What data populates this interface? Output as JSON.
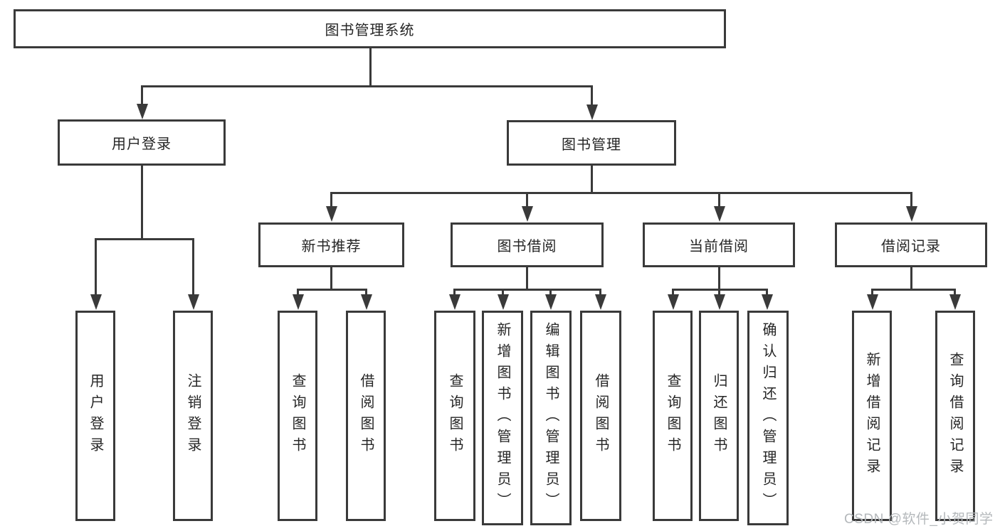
{
  "colors": {
    "line": "#3a3a3a",
    "text": "#262626",
    "box_background": "#ffffff",
    "page_background": "#ffffff",
    "watermark": "#b4b8bb"
  },
  "nodes": {
    "root": {
      "label": "图书管理系统"
    },
    "user_login": {
      "label": "用户登录"
    },
    "book_mgmt": {
      "label": "图书管理"
    },
    "ul_login": {
      "label": "用户登录"
    },
    "ul_logout": {
      "label": "注销登录"
    },
    "new_book": {
      "label": "新书推荐"
    },
    "borrow": {
      "label": "图书借阅"
    },
    "current": {
      "label": "当前借阅"
    },
    "records": {
      "label": "借阅记录"
    },
    "nb_query": {
      "label": "查询图书"
    },
    "nb_borrow": {
      "label": "借阅图书"
    },
    "bb_query": {
      "label": "查询图书"
    },
    "bb_add": {
      "label": "新增图书（管理员）"
    },
    "bb_edit": {
      "label": "编辑图书（管理员）"
    },
    "bb_borrow": {
      "label": "借阅图书"
    },
    "cb_query": {
      "label": "查询图书"
    },
    "cb_return": {
      "label": "归还图书"
    },
    "cb_confirm": {
      "label": "确认归还（管理员）"
    },
    "br_add": {
      "label": "新增借阅记录"
    },
    "br_query": {
      "label": "查询借阅记录"
    }
  },
  "hierarchy": {
    "图书管理系统": {
      "用户登录": [
        "用户登录",
        "注销登录"
      ],
      "图书管理": {
        "新书推荐": [
          "查询图书",
          "借阅图书"
        ],
        "图书借阅": [
          "查询图书",
          "新增图书（管理员）",
          "编辑图书（管理员）",
          "借阅图书"
        ],
        "当前借阅": [
          "查询图书",
          "归还图书",
          "确认归还（管理员）"
        ],
        "借阅记录": [
          "新增借阅记录",
          "查询借阅记录"
        ]
      }
    }
  },
  "watermark": {
    "text": "CSDN @软件_小贺同学"
  }
}
